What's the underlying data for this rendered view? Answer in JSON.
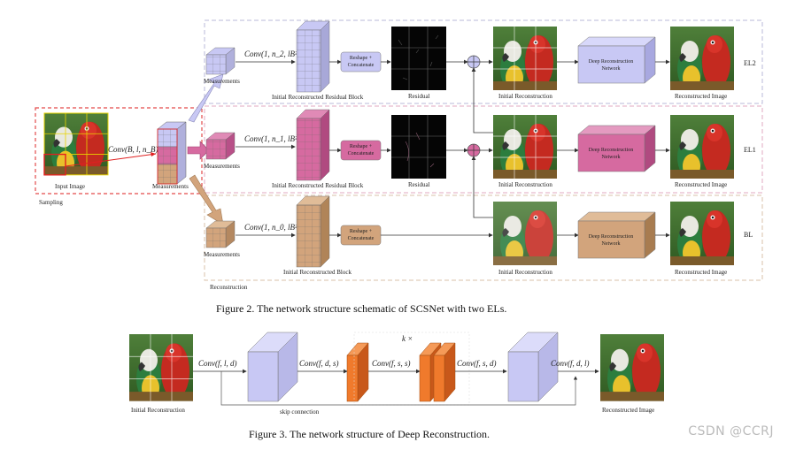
{
  "figure2": {
    "caption": "Figure 2. The network structure schematic of SCSNet with two ELs.",
    "sampling_label": "Sampling",
    "reconstruction_label": "Reconstruction",
    "input_image_label": "Input Image",
    "measurements_label": "Measurements",
    "sampling_conv": "Conv(B, l, n_B)",
    "el2": {
      "tag": "EL2",
      "measurements": "Measurements",
      "conv": "Conv(1, n_2, lB²)",
      "block": "Initial Reconstructed Residual Block",
      "reshape": "Reshape + Concatenate",
      "residual": "Residual",
      "initial": "Initial Reconstruction",
      "deep": "Deep Reconstruction Network",
      "output": "Reconstructed Image"
    },
    "el1": {
      "tag": "EL1",
      "measurements": "Measurements",
      "conv": "Conv(1, n_1, lB²)",
      "block": "Initial Reconstructed Residual Block",
      "reshape": "Reshape + Concatenate",
      "residual": "Residual",
      "initial": "Initial Reconstruction",
      "deep": "Deep Reconstruction Network",
      "output": "Reconstructed Image"
    },
    "bl": {
      "tag": "BL",
      "measurements": "Measurements",
      "conv": "Conv(1, n_0, lB²)",
      "block": "Initial Reconstructed Block",
      "reshape": "Reshape + Concatenate",
      "initial": "Initial Reconstruction",
      "deep": "Deep Reconstruction Network",
      "output": "Reconstructed Image"
    }
  },
  "figure3": {
    "caption": "Figure 3. The network structure of Deep Reconstruction.",
    "input_label": "Initial Reconstruction",
    "output_label": "Reconstructed Image",
    "skip_label": "skip connection",
    "repeat_label": "k ×",
    "conv1": "Conv(f, l, d)",
    "conv2": "Conv(f, d, s)",
    "conv3": "Conv(f, s, s)",
    "conv4": "Conv(f, s, d)",
    "conv5": "Conv(f, d, l)"
  },
  "colors": {
    "el2": "#c8c8f4",
    "el1": "#d66aa0",
    "bl": "#d2a47c",
    "orange": "#f07a2c",
    "sampling_border": "#e34b4b",
    "recon_border": "#b5b5c8"
  },
  "watermark": "CSDN @CCRJ"
}
